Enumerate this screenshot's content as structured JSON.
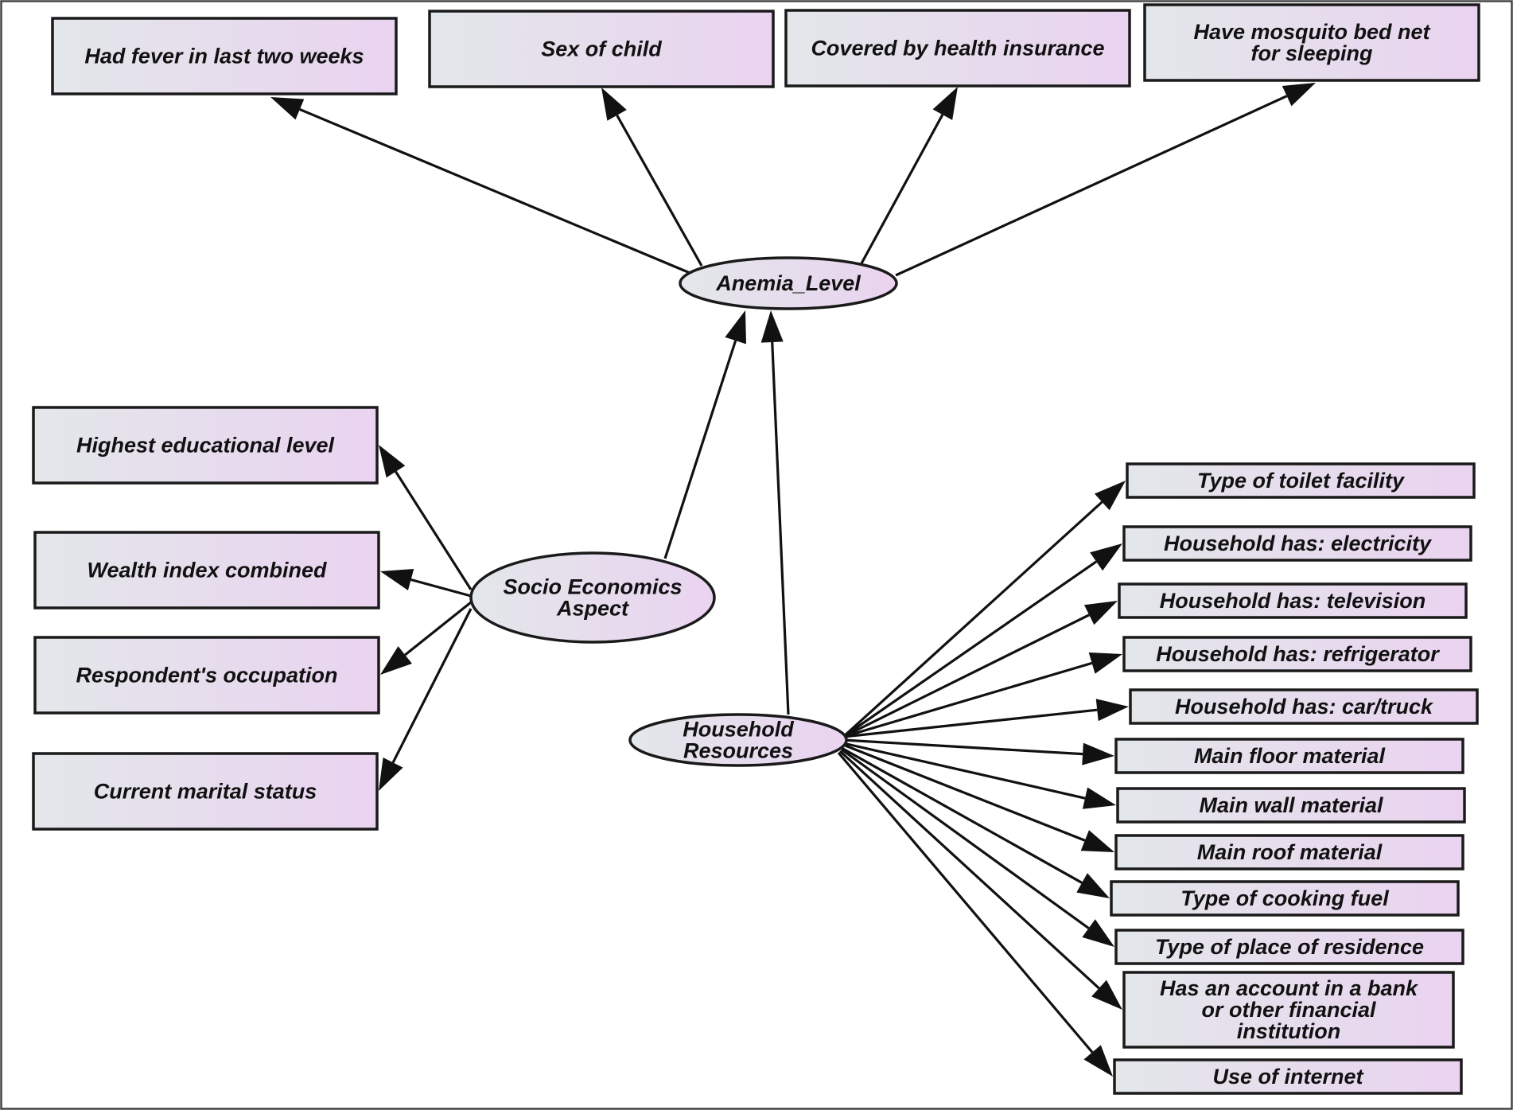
{
  "colors": {
    "node_fill_left": "#e3e7ea",
    "node_fill_right": "#ead3f0",
    "stroke": "#111111",
    "background": "#ffffff"
  },
  "nodes": {
    "anemia": {
      "label": "Anemia_Level"
    },
    "socio": {
      "label_lines": [
        "Socio Economics",
        "Aspect"
      ]
    },
    "household": {
      "label_lines": [
        "Household",
        "Resources"
      ]
    },
    "fever": {
      "label_lines": [
        "Had fever in last two weeks"
      ]
    },
    "sex": {
      "label_lines": [
        "Sex of child"
      ]
    },
    "insurance": {
      "label_lines": [
        "Covered by health insurance"
      ]
    },
    "mosquito": {
      "label_lines": [
        "Have mosquito bed net",
        "for sleeping"
      ]
    },
    "education": {
      "label_lines": [
        "Highest educational level"
      ]
    },
    "wealth": {
      "label_lines": [
        "Wealth index combined"
      ]
    },
    "occupation": {
      "label_lines": [
        "Respondent's occupation"
      ]
    },
    "marital": {
      "label_lines": [
        "Current marital status"
      ]
    },
    "toilet": {
      "label_lines": [
        "Type of toilet facility"
      ]
    },
    "electricity": {
      "label_lines": [
        "Household has: electricity"
      ]
    },
    "television": {
      "label_lines": [
        "Household has: television"
      ]
    },
    "refrigerator": {
      "label_lines": [
        "Household has: refrigerator"
      ]
    },
    "car": {
      "label_lines": [
        "Household has: car/truck"
      ]
    },
    "floor": {
      "label_lines": [
        "Main floor material"
      ]
    },
    "wall": {
      "label_lines": [
        "Main wall material"
      ]
    },
    "roof": {
      "label_lines": [
        "Main roof material"
      ]
    },
    "fuel": {
      "label_lines": [
        "Type of cooking fuel"
      ]
    },
    "residence": {
      "label_lines": [
        "Type of place of residence"
      ]
    },
    "bank": {
      "label_lines": [
        "Has an account in a bank",
        "or other financial",
        "institution"
      ]
    },
    "internet": {
      "label_lines": [
        "Use of internet"
      ]
    }
  },
  "edges": [
    {
      "from": "anemia",
      "to": "fever"
    },
    {
      "from": "anemia",
      "to": "sex"
    },
    {
      "from": "anemia",
      "to": "insurance"
    },
    {
      "from": "anemia",
      "to": "mosquito"
    },
    {
      "from": "socio",
      "to": "anemia"
    },
    {
      "from": "household",
      "to": "anemia"
    },
    {
      "from": "socio",
      "to": "education"
    },
    {
      "from": "socio",
      "to": "wealth"
    },
    {
      "from": "socio",
      "to": "occupation"
    },
    {
      "from": "socio",
      "to": "marital"
    },
    {
      "from": "household",
      "to": "toilet"
    },
    {
      "from": "household",
      "to": "electricity"
    },
    {
      "from": "household",
      "to": "television"
    },
    {
      "from": "household",
      "to": "refrigerator"
    },
    {
      "from": "household",
      "to": "car"
    },
    {
      "from": "household",
      "to": "floor"
    },
    {
      "from": "household",
      "to": "wall"
    },
    {
      "from": "household",
      "to": "roof"
    },
    {
      "from": "household",
      "to": "fuel"
    },
    {
      "from": "household",
      "to": "residence"
    },
    {
      "from": "household",
      "to": "bank"
    },
    {
      "from": "household",
      "to": "internet"
    }
  ]
}
